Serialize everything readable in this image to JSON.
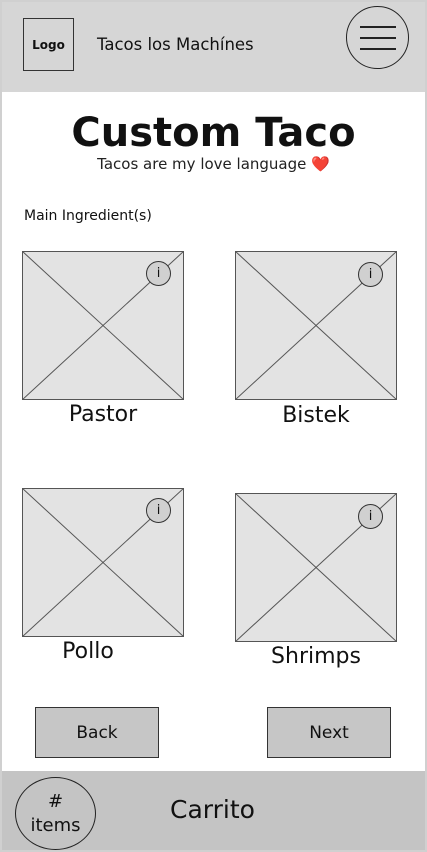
{
  "header": {
    "logo_label": "Logo",
    "brand": "Tacos los Machínes",
    "menu_icon": "hamburger-menu-icon"
  },
  "page": {
    "title": "Custom Taco",
    "subtitle": "Tacos are my love language",
    "subtitle_emoji": "❤️"
  },
  "section": {
    "label": "Main Ingredient(s)"
  },
  "ingredients": [
    {
      "name": "Pastor",
      "info": "i"
    },
    {
      "name": "Bistek",
      "info": "i"
    },
    {
      "name": "Pollo",
      "info": "i"
    },
    {
      "name": "Shrimps",
      "info": "i"
    }
  ],
  "actions": {
    "back_label": "Back",
    "next_label": "Next"
  },
  "footer": {
    "count_symbol": "#",
    "count_label": "items",
    "cart_label": "Carrito"
  },
  "colors": {
    "header_bg": "#d6d6d6",
    "footer_bg": "#c4c4c4",
    "placeholder_bg": "#e3e3e3",
    "button_bg": "#c6c6c6",
    "heart": "#e0251f"
  }
}
